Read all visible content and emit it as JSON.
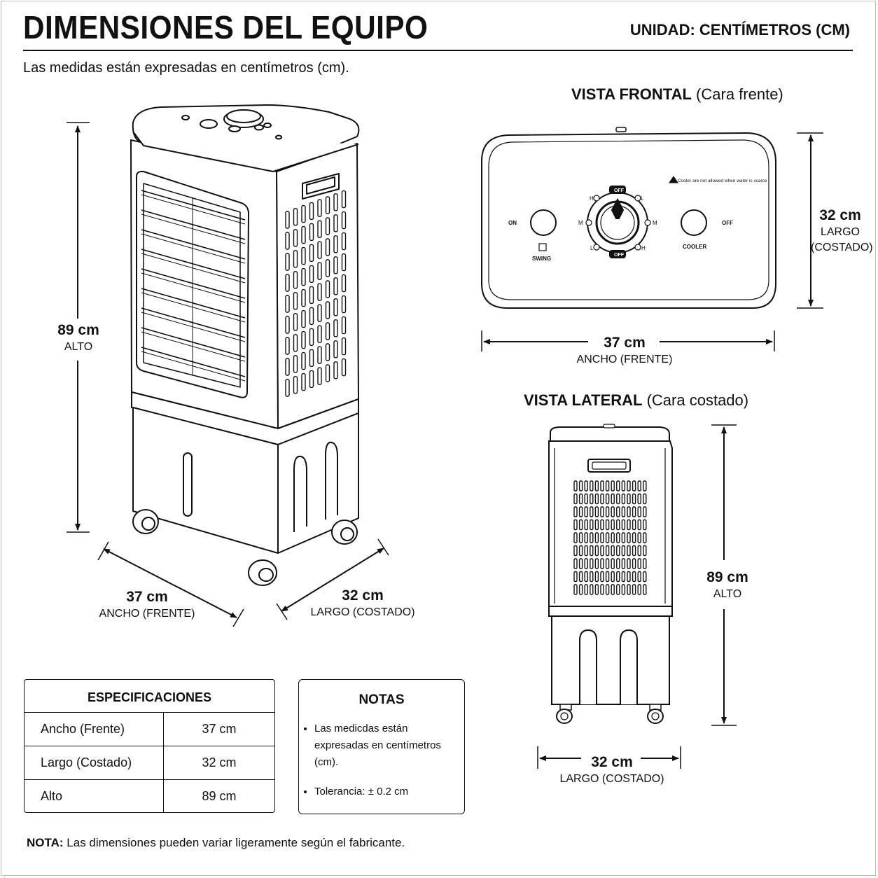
{
  "header": {
    "title": "DIMENSIONES DEL EQUIPO",
    "unit": "UNIDAD: CENTÍMETROS (CM)",
    "subtitle": "Las medidas están expresadas en centímetros (cm)."
  },
  "iso_view": {
    "height_value": "89 cm",
    "height_label": "ALTO",
    "width_value": "37 cm",
    "width_label": "ANCHO (FRENTE)",
    "depth_value": "32 cm",
    "depth_label": "LARGO (COSTADO)"
  },
  "front_view": {
    "title_bold": "VISTA FRONTAL",
    "title_rest": "(Cara frente)",
    "height_value": "32 cm",
    "height_label_1": "LARGO",
    "height_label_2": "(COSTADO)",
    "width_value": "37 cm",
    "width_label": "ANCHO (FRENTE)",
    "panel": {
      "warning": "Cooler are not allowed when water is scarce",
      "on_label": "ON",
      "off_right_label": "OFF",
      "swing_label": "SWING",
      "cooler_label": "COOLER",
      "off_top": "OFF",
      "off_bottom": "OFF",
      "dial_h_top": "H",
      "dial_l_top": "L",
      "dial_m_left": "M",
      "dial_m_right": "M",
      "dial_l_bottom": "L",
      "dial_h_bottom": "H"
    }
  },
  "side_view": {
    "title_bold": "VISTA LATERAL",
    "title_rest": "(Cara costado)",
    "height_value": "89 cm",
    "height_label": "ALTO",
    "width_value": "32 cm",
    "width_label": "LARGO (COSTADO)"
  },
  "specs": {
    "title": "ESPECIFICACIONES",
    "rows": [
      {
        "label": "Ancho (Frente)",
        "value": "37 cm"
      },
      {
        "label": "Largo (Costado)",
        "value": "32 cm"
      },
      {
        "label": "Alto",
        "value": "89 cm"
      }
    ]
  },
  "notes": {
    "title": "NOTAS",
    "items": [
      "Las medicdas están expresadas en centímetros (cm).",
      "Tolerancia: ± 0.2 cm"
    ]
  },
  "footnote": {
    "bold": "NOTA:",
    "text": "Las dimensiones pueden variar ligeramente según el fabricante."
  }
}
